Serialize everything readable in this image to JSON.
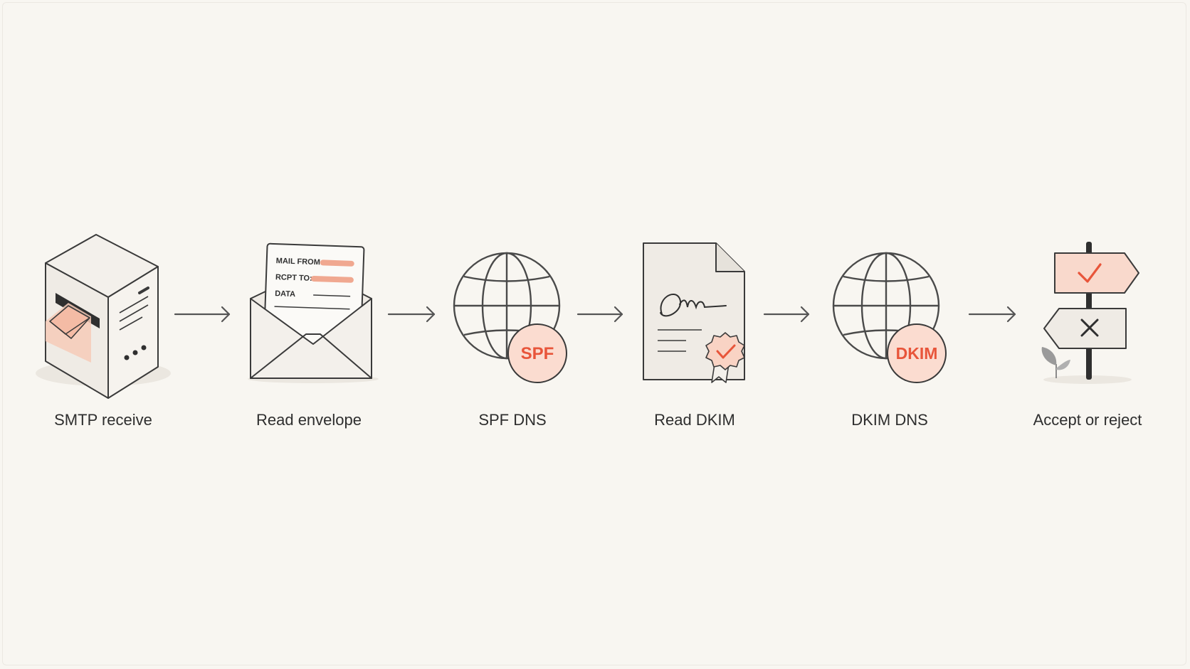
{
  "steps": [
    {
      "name": "smtp-receive",
      "label": "SMTP receive",
      "icon": "mail-server-icon"
    },
    {
      "name": "read-envelope",
      "label": "Read envelope",
      "icon": "envelope-icon",
      "envelope_fields": [
        "MAIL FROM:",
        "RCPT TO:",
        "DATA"
      ]
    },
    {
      "name": "spf-dns",
      "label": "SPF DNS",
      "icon": "globe-icon",
      "badge": "SPF"
    },
    {
      "name": "read-dkim",
      "label": "Read DKIM",
      "icon": "signed-document-icon"
    },
    {
      "name": "dkim-dns",
      "label": "DKIM DNS",
      "icon": "globe-icon",
      "badge": "DKIM"
    },
    {
      "name": "accept-or-reject",
      "label": "Accept or reject",
      "icon": "signpost-icon"
    }
  ],
  "colors": {
    "background": "#f8f6f1",
    "stroke": "#3a3a3a",
    "fill_light": "#efebe5",
    "accent": "#e8553a",
    "accent_fill": "#f9d9cc",
    "arrow": "#555555"
  }
}
